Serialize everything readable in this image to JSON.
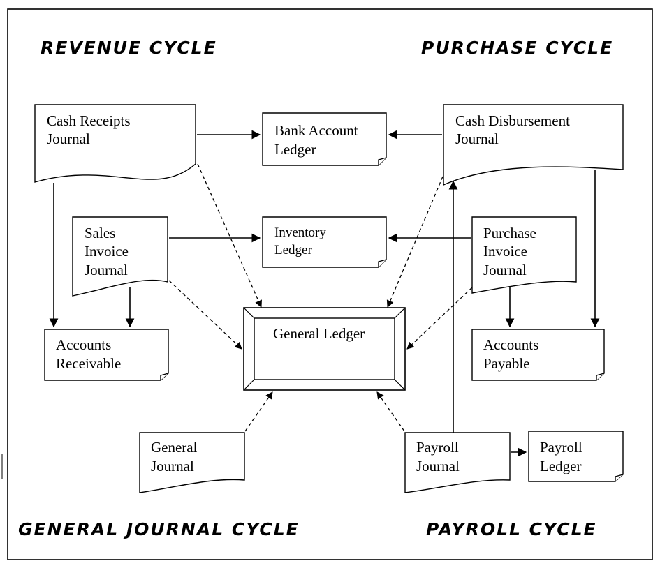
{
  "cycles": {
    "revenue": "REVENUE CYCLE",
    "purchase": "PURCHASE CYCLE",
    "general_journal": "GENERAL JOURNAL CYCLE",
    "payroll": "PAYROLL CYCLE"
  },
  "documents": {
    "cash_receipts_journal": [
      "Cash Receipts",
      "Journal"
    ],
    "cash_disbursement_journal": [
      "Cash Disbursement",
      "Journal"
    ],
    "sales_invoice_journal": [
      "Sales",
      "Invoice",
      "Journal"
    ],
    "purchase_invoice_journal": [
      "Purchase",
      "Invoice",
      "Journal"
    ],
    "general_journal": [
      "General",
      "Journal"
    ],
    "payroll_journal": [
      "Payroll",
      "Journal"
    ]
  },
  "ledgers": {
    "bank_account_ledger": [
      "Bank Account",
      "Ledger"
    ],
    "inventory_ledger": [
      "Inventory",
      "Ledger"
    ],
    "accounts_receivable": [
      "Accounts",
      "Receivable"
    ],
    "accounts_payable": [
      "Accounts",
      "Payable"
    ],
    "payroll_ledger": [
      "Payroll",
      "Ledger"
    ],
    "general_ledger": "General Ledger"
  }
}
